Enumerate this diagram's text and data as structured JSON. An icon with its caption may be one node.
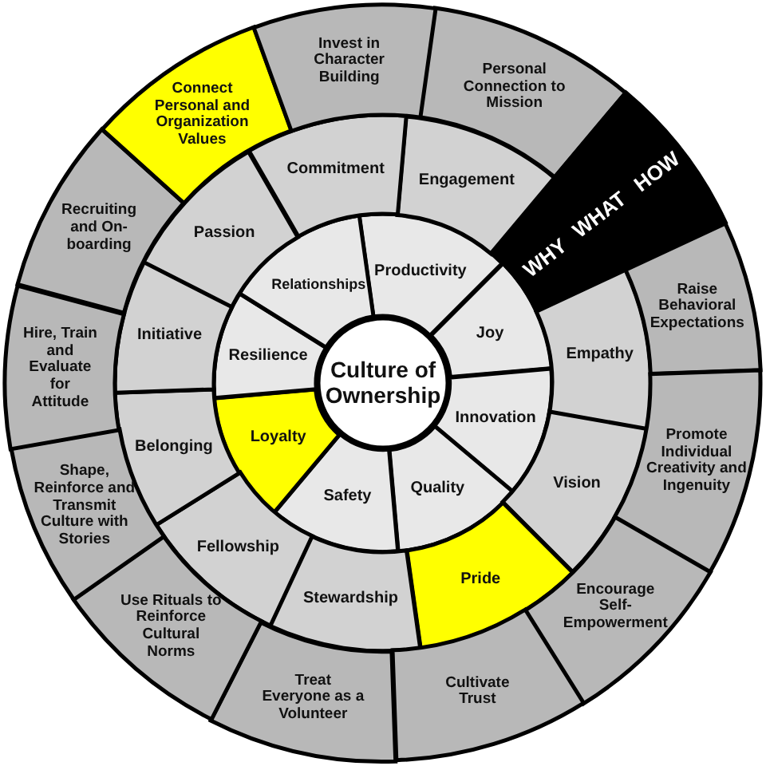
{
  "diagram": {
    "nodes": [
      {
        "text": [
          "Culture of Ownership"
        ]
      },
      {
        "text": [
          "Productivity"
        ]
      },
      {
        "text": [
          "Joy"
        ]
      },
      {
        "text": [
          "Innovation"
        ]
      },
      {
        "text": [
          "Quality"
        ]
      },
      {
        "text": [
          "Safety"
        ]
      },
      {
        "text": [
          "Loyalty"
        ]
      },
      {
        "text": [
          "Resilience"
        ]
      },
      {
        "text": [
          "Relationships"
        ]
      },
      {
        "text": [
          "Engagement"
        ]
      },
      {
        "text": [
          "Empathy"
        ]
      },
      {
        "text": [
          "Vision"
        ]
      },
      {
        "text": [
          "Pride"
        ]
      },
      {
        "text": [
          "Stewardship"
        ]
      },
      {
        "text": [
          "Fellowship"
        ]
      },
      {
        "text": [
          "Belonging"
        ]
      },
      {
        "text": [
          "Initiative"
        ]
      },
      {
        "text": [
          "Passion"
        ]
      },
      {
        "text": [
          "Commitment"
        ]
      },
      {
        "text": [
          "Personal Connection to Mission"
        ]
      },
      {
        "text": [
          "Raise Behavioral Expectations"
        ]
      },
      {
        "text": [
          "Promote Individual Creativity and Ingenuity"
        ]
      },
      {
        "text": [
          "Encourage Self-Empowerment"
        ]
      },
      {
        "text": [
          "Cultivate Trust"
        ]
      },
      {
        "text": [
          "Treat Everyone as a Volunteer"
        ]
      },
      {
        "text": [
          "Use Rituals to Reinforce Cultural Norms"
        ]
      },
      {
        "text": [
          "Shape, Reinforce and Transmit Culture with Stories"
        ]
      },
      {
        "text": [
          "Hire, Train and Evaluate for Attitude"
        ]
      },
      {
        "text": [
          "Recruiting and On-boarding"
        ]
      },
      {
        "text": [
          "Connect Personal and Organization Values"
        ]
      },
      {
        "text": [
          "Invest in Character Building"
        ]
      },
      {
        "text": [
          "WHY",
          "WHAT",
          "HOW"
        ]
      }
    ]
  }
}
